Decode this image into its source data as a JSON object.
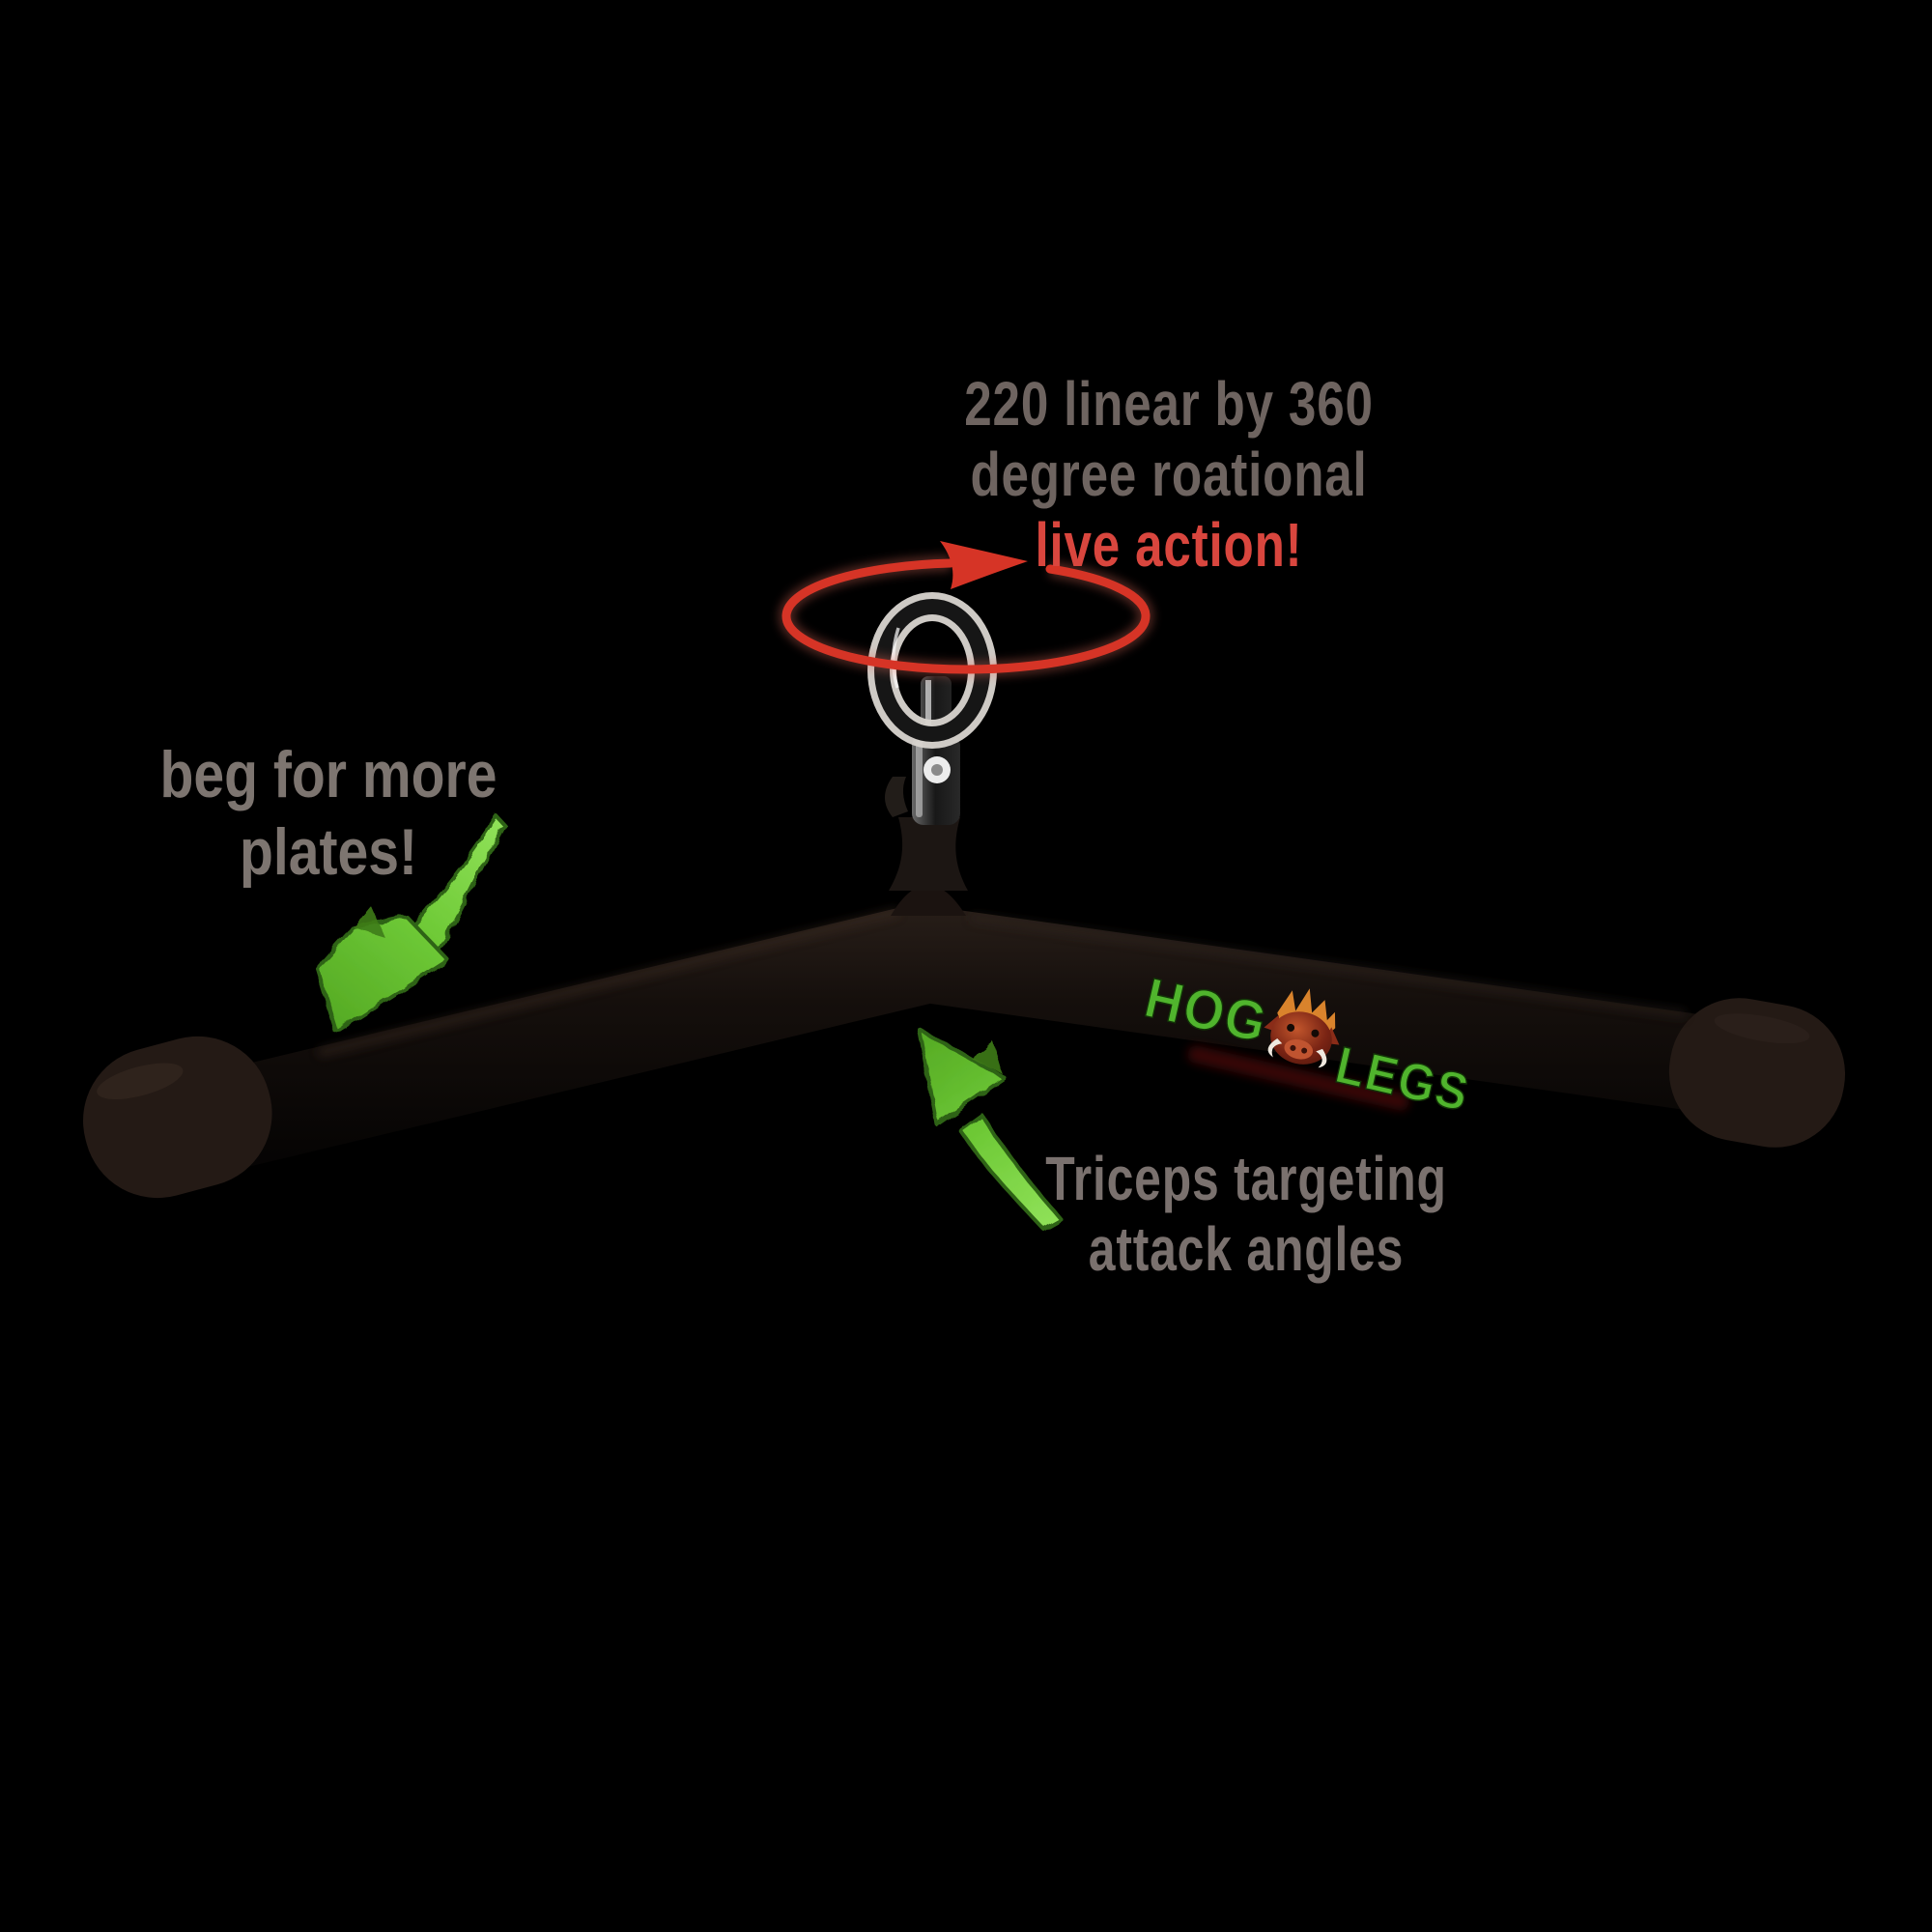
{
  "background": "#000000",
  "notes": {
    "rotation": {
      "line1": "220 linear by 360",
      "line2": "degree roational",
      "emphasis": "live action!",
      "text_color": "#6e6460",
      "emphasis_color": "#d9463e"
    },
    "plates": {
      "line1": "beg for more",
      "line2": "plates!",
      "text_color": "#7d7570"
    },
    "triceps": {
      "line1": "Triceps targeting",
      "line2": "attack angles",
      "text_color": "#7a716e"
    }
  },
  "logo": {
    "word1": "HOG",
    "word2": "LEGS",
    "color": "#50b42d"
  },
  "colors": {
    "rotation_arrow_red": "#d63426",
    "callout_arrow_green": "#6ec83c",
    "bar_black": "#120d0b",
    "swivel_metal_gray": "#c9c9c9",
    "hog_head_orange": "#d9832c",
    "hog_head_red": "#993122"
  },
  "icons": {
    "rotation_arrow": "circular-rotation-arrow-icon",
    "plates_arrow": "curved-arrow-down-left-icon",
    "triceps_arrow": "curved-arrow-up-left-icon",
    "swivel_hook": "swivel-hook-icon",
    "hog_head": "hog-head-icon"
  }
}
